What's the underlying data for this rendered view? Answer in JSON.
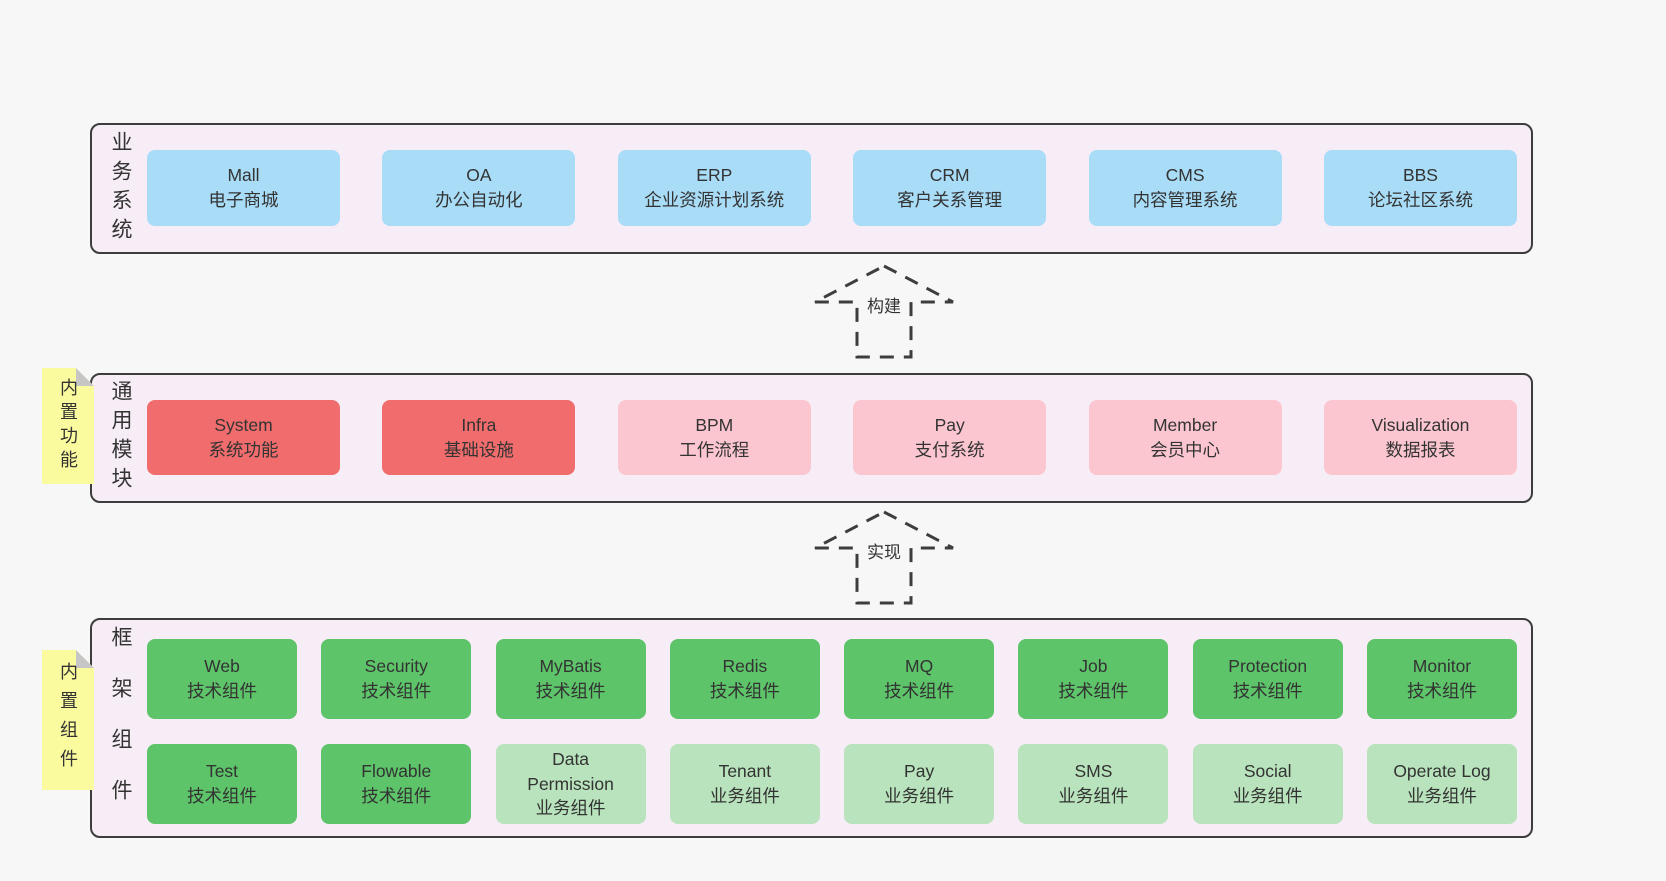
{
  "colors": {
    "page_bg": "#f7f7f7",
    "layer_bg": "#f7edf6",
    "line": "#3d3d3d",
    "blue": "#a9dcf7",
    "red": "#f16c6c",
    "pink": "#fbc6cf",
    "green": "#5dc469",
    "green_light": "#b8e3bc",
    "note_yellow": "#fafa9e",
    "note_fold": "#c6c6c6",
    "text": "#333333"
  },
  "layers": [
    {
      "id": "business",
      "label": "业务系统",
      "boxes": [
        {
          "name": "Mall",
          "desc": "电子商城",
          "type": "blue"
        },
        {
          "name": "OA",
          "desc": "办公自动化",
          "type": "blue"
        },
        {
          "name": "ERP",
          "desc": "企业资源计划系统",
          "type": "blue"
        },
        {
          "name": "CRM",
          "desc": "客户关系管理",
          "type": "blue"
        },
        {
          "name": "CMS",
          "desc": "内容管理系统",
          "type": "blue"
        },
        {
          "name": "BBS",
          "desc": "论坛社区系统",
          "type": "blue"
        }
      ]
    },
    {
      "id": "modules",
      "label": "通用模块",
      "note": "内置功能",
      "boxes": [
        {
          "name": "System",
          "desc": "系统功能",
          "type": "red"
        },
        {
          "name": "Infra",
          "desc": "基础设施",
          "type": "red"
        },
        {
          "name": "BPM",
          "desc": "工作流程",
          "type": "pink"
        },
        {
          "name": "Pay",
          "desc": "支付系统",
          "type": "pink"
        },
        {
          "name": "Member",
          "desc": "会员中心",
          "type": "pink"
        },
        {
          "name": "Visualization",
          "desc": "数据报表",
          "type": "pink"
        }
      ]
    },
    {
      "id": "framework",
      "label": "框架组件",
      "note": "内置组件",
      "rows": [
        [
          {
            "name": "Web",
            "desc": "技术组件",
            "type": "green"
          },
          {
            "name": "Security",
            "desc": "技术组件",
            "type": "green"
          },
          {
            "name": "MyBatis",
            "desc": "技术组件",
            "type": "green"
          },
          {
            "name": "Redis",
            "desc": "技术组件",
            "type": "green"
          },
          {
            "name": "MQ",
            "desc": "技术组件",
            "type": "green"
          },
          {
            "name": "Job",
            "desc": "技术组件",
            "type": "green"
          },
          {
            "name": "Protection",
            "desc": "技术组件",
            "type": "green"
          },
          {
            "name": "Monitor",
            "desc": "技术组件",
            "type": "green"
          }
        ],
        [
          {
            "name": "Test",
            "desc": "技术组件",
            "type": "green"
          },
          {
            "name": "Flowable",
            "desc": "技术组件",
            "type": "green"
          },
          {
            "name": "Data Permission",
            "desc": "业务组件",
            "type": "green-light"
          },
          {
            "name": "Tenant",
            "desc": "业务组件",
            "type": "green-light"
          },
          {
            "name": "Pay",
            "desc": "业务组件",
            "type": "green-light"
          },
          {
            "name": "SMS",
            "desc": "业务组件",
            "type": "green-light"
          },
          {
            "name": "Social",
            "desc": "业务组件",
            "type": "green-light"
          },
          {
            "name": "Operate Log",
            "desc": "业务组件",
            "type": "green-light"
          }
        ]
      ]
    }
  ],
  "arrows": [
    {
      "id": "build",
      "label": "构建"
    },
    {
      "id": "implement",
      "label": "实现"
    }
  ]
}
